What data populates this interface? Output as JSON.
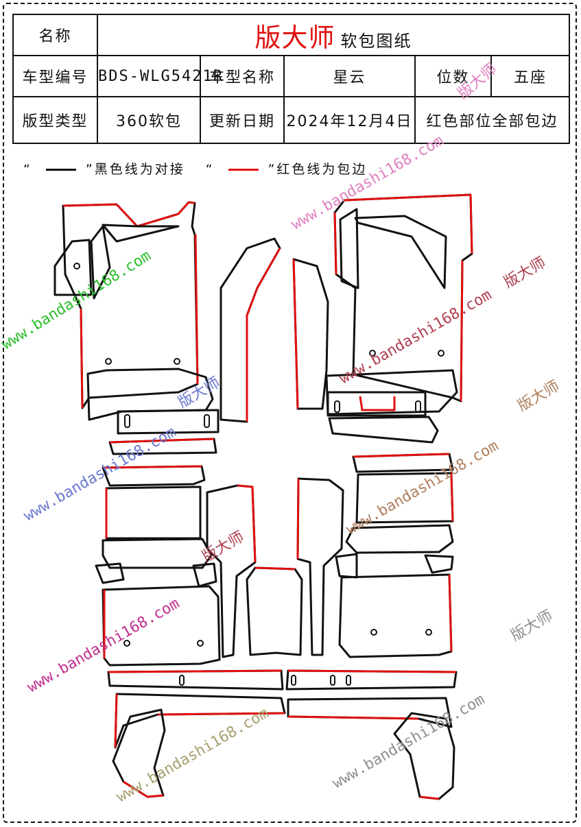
{
  "header": {
    "name_label": "名称",
    "brand": "版大师",
    "brand_sub": "软包图纸",
    "model_code_label": "车型编号",
    "model_code": "BDS-WLG5421R",
    "model_name_label": "车型名称",
    "model_name": "星云",
    "seats_label": "位数",
    "seats": "五座",
    "pattern_type_label": "版型类型",
    "pattern_type": "360软包",
    "update_date_label": "更新日期",
    "update_date": "2024年12月4日",
    "note": "红色部位全部包边"
  },
  "legend": {
    "open_quote": "“",
    "close_quote": "”",
    "black_text": "黑色线为对接",
    "red_text": "红色线为包边"
  },
  "colors": {
    "edge_black": "#111111",
    "edge_red": "#e01010"
  },
  "watermark": {
    "url": "www.bandashi168.com",
    "brand": "版大师"
  }
}
